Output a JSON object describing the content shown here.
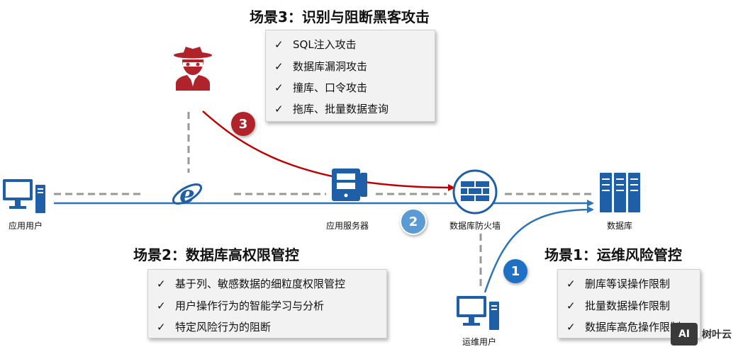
{
  "scenario3": {
    "title": "场景3：识别与阻断黑客攻击",
    "items": [
      "SQL注入攻击",
      "数据库漏洞攻击",
      "撞库、口令攻击",
      "拖库、批量数据查询"
    ]
  },
  "scenario2": {
    "title": "场景2：数据库高权限管控",
    "items": [
      "基于列、敏感数据的细粒度权限管控",
      "用户操作行为的智能学习与分析",
      "特定风险行为的阻断"
    ]
  },
  "scenario1": {
    "title": "场景1：运维风险管控",
    "items": [
      "删库等误操作限制",
      "批量数据操作限制",
      "数据库高危操作限制"
    ]
  },
  "check_mark": "✓",
  "nodes": {
    "app_user": "应用用户",
    "app_server": "应用服务器",
    "db_firewall": "数据库防火墙",
    "database": "数据库",
    "ops_user": "运维用户"
  },
  "badges": {
    "b1": "1",
    "b2": "2",
    "b3": "3"
  },
  "watermark": {
    "logo": "AI",
    "text": "树叶云"
  },
  "colors": {
    "blue_flow": "#2e75b6",
    "red_flow": "#c00000",
    "icon_blue": "#1f5fa8",
    "hacker_red": "#b0232a",
    "badge_blue": "#1f6fc4",
    "badge_light_blue": "#5b9bd5",
    "dash_gray": "#999999"
  },
  "icons": [
    "desktop-computer-icon",
    "internet-explorer-icon",
    "server-icon",
    "firewall-icon",
    "database-rack-icon",
    "hacker-icon"
  ]
}
